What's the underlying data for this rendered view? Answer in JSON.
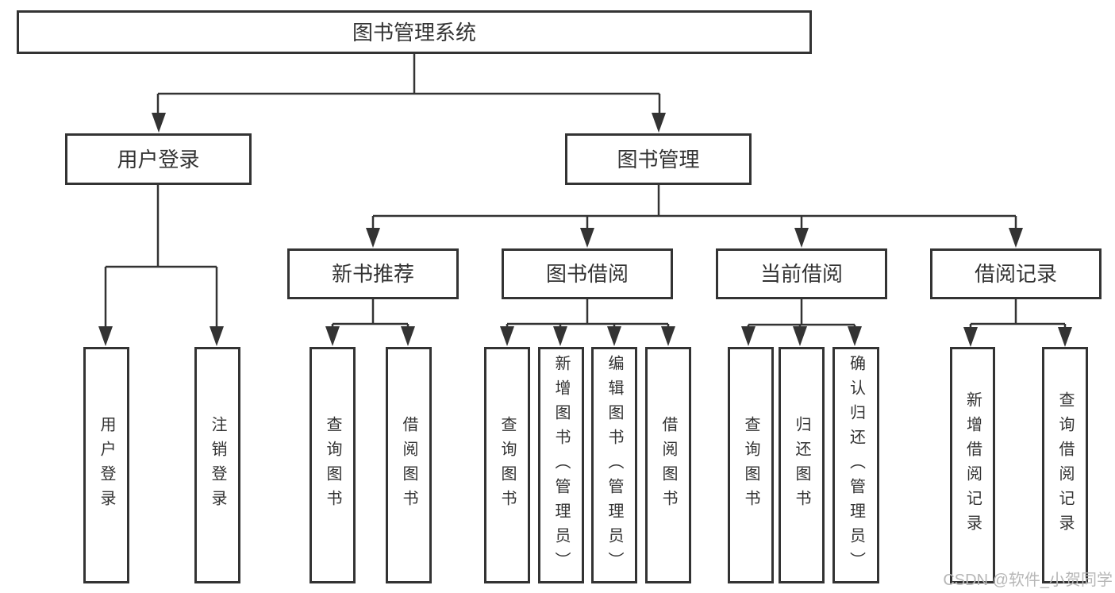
{
  "diagram": {
    "root": "图书管理系统",
    "branches": [
      {
        "label": "用户登录",
        "children": [
          "用户登录",
          "注销登录"
        ]
      },
      {
        "label": "图书管理",
        "subbranches": [
          {
            "label": "新书推荐",
            "children": [
              "查询图书",
              "借阅图书"
            ]
          },
          {
            "label": "图书借阅",
            "children": [
              "查询图书",
              "新增图书（管理员）",
              "编辑图书（管理员）",
              "借阅图书"
            ]
          },
          {
            "label": "当前借阅",
            "children": [
              "查询图书",
              "归还图书",
              "确认归还（管理员）"
            ]
          },
          {
            "label": "借阅记录",
            "children": [
              "新增借阅记录",
              "查询借阅记录"
            ]
          }
        ]
      }
    ]
  },
  "watermark": "CSDN @软件_小贺同学",
  "colors": {
    "line": "#333333",
    "text": "#333333",
    "watermark": "#b7b7b7",
    "background": "#ffffff"
  }
}
